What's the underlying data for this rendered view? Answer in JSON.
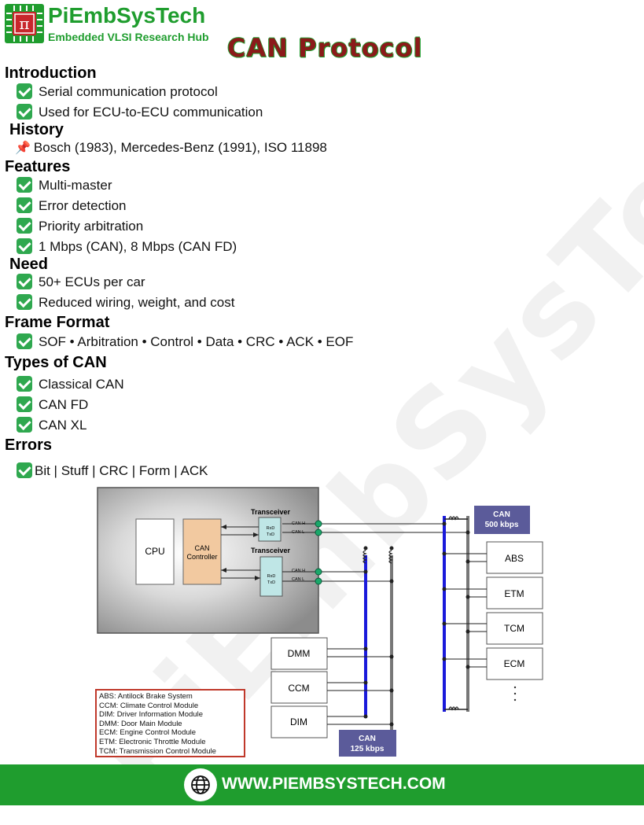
{
  "brand": {
    "name": "PiEmbSysTech",
    "subtitle": "Embedded VLSI Research Hub",
    "watermark": "PiEmbSysTech"
  },
  "title": "CAN Protocol",
  "sections": {
    "introduction": {
      "heading": "Introduction",
      "items": [
        "Serial communication protocol",
        "Used for ECU-to-ECU communication"
      ]
    },
    "history": {
      "heading": "History",
      "items": [
        "Bosch (1983), Mercedes-Benz (1991), ISO 11898"
      ]
    },
    "features": {
      "heading": "Features",
      "items": [
        "Multi-master",
        "Error detection",
        "Priority arbitration",
        "1 Mbps (CAN), 8 Mbps (CAN FD)"
      ]
    },
    "need": {
      "heading": "Need",
      "items": [
        "50+ ECUs per car",
        "Reduced wiring, weight, and cost"
      ]
    },
    "frame_format": {
      "heading": "Frame Format",
      "items": [
        "SOF • Arbitration • Control • Data • CRC • ACK • EOF"
      ]
    },
    "types": {
      "heading": "Types of CAN",
      "items": [
        "Classical CAN",
        "CAN FD",
        "CAN XL"
      ]
    },
    "errors": {
      "heading": "Errors",
      "items": [
        "Bit | Stuff | CRC | Form | ACK"
      ]
    }
  },
  "diagram": {
    "cpu": "CPU",
    "controller": [
      "CAN",
      "Controller"
    ],
    "transceiver": "Transceiver",
    "rxd": "RxD",
    "txd": "TxD",
    "can_h": "CAN H",
    "can_l": "CAN L",
    "bus_fast": [
      "CAN",
      "500 kbps"
    ],
    "bus_slow": [
      "CAN",
      "125 kbps"
    ],
    "modules_fast": [
      "ABS",
      "ETM",
      "TCM",
      "ECM"
    ],
    "modules_slow": [
      "DMM",
      "CCM",
      "DIM"
    ],
    "legend": [
      "ABS: Antilock Brake System",
      "CCM: Climate Control Module",
      "DIM: Driver Information Module",
      "DMM: Door Main Module",
      "ECM: Engine Control Module",
      "ETM: Electronic Throttle Module",
      "TCM: Transmission Control Module"
    ]
  },
  "footer": {
    "url": "WWW.PIEMBSYSTECH.COM"
  },
  "colors": {
    "brand_green": "#1f9d2e",
    "title_red": "#8b1a1a",
    "check_green": "#2fa84f",
    "bus_blue": "#1a1adb",
    "badge_purple": "#5b5b9a"
  }
}
